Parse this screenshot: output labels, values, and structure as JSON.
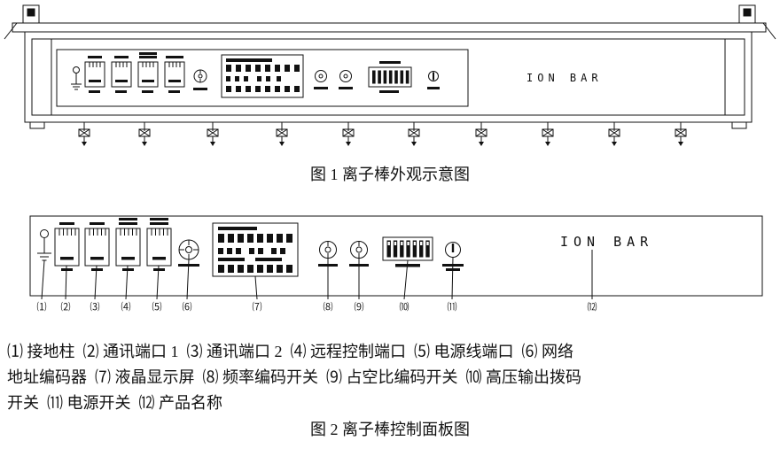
{
  "figure1": {
    "product_label": "ION BAR",
    "caption": "图 1 离子棒外观示意图"
  },
  "figure2": {
    "product_label": "ION BAR",
    "caption": "图 2 离子棒控制面板图",
    "callouts": [
      "⑴",
      "⑵",
      "⑶",
      "⑷",
      "⑸",
      "⑹",
      "⑺",
      "⑻",
      "⑼",
      "⑽",
      "⑾",
      "⑿"
    ]
  },
  "legend": {
    "line1": "⑴ 接地柱  ⑵ 通讯端口 1  ⑶ 通讯端口 2  ⑷ 远程控制端口  ⑸ 电源线端口  ⑹ 网络",
    "line2": "地址编码器  ⑺ 液晶显示屏  ⑻ 频率编码开关  ⑼ 占空比编码开关  ⑽ 高压输出拨码",
    "line3": "开关  ⑾ 电源开关  ⑿ 产品名称"
  }
}
